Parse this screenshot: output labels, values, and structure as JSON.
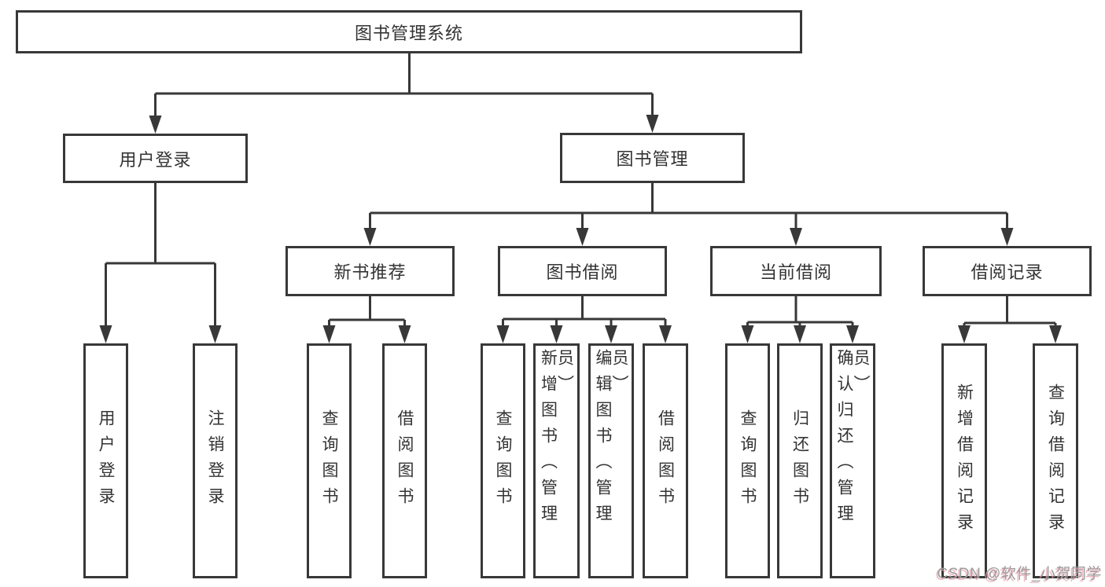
{
  "nodes": {
    "root": "图书管理系统",
    "login": "用户登录",
    "book_mgmt": "图书管理",
    "new_book_rec": "新书推荐",
    "book_borrow": "图书借阅",
    "current_borrow": "当前借阅",
    "borrow_records": "借阅记录",
    "leaf_user_login": "用户登录",
    "leaf_logout": "注销登录",
    "leaf_query_books_1": "查询图书",
    "leaf_borrow_books_1": "借阅图书",
    "leaf_query_books_2": "查询图书",
    "leaf_add_book_admin": "新增图书（管理员）",
    "leaf_edit_book_admin": "编辑图书（管理员）",
    "leaf_borrow_books_2": "借阅图书",
    "leaf_query_books_3": "查询图书",
    "leaf_return_book": "归还图书",
    "leaf_confirm_return_admin": "确认归还（管理员）",
    "leaf_add_borrow_record": "新增借阅记录",
    "leaf_query_borrow_record": "查询借阅记录"
  },
  "watermark": "CSDN @软件_小贺同学",
  "colors": {
    "line": "#383838",
    "text": "#333333",
    "watermark": "#9c9c9c",
    "background": "#ffffff"
  }
}
